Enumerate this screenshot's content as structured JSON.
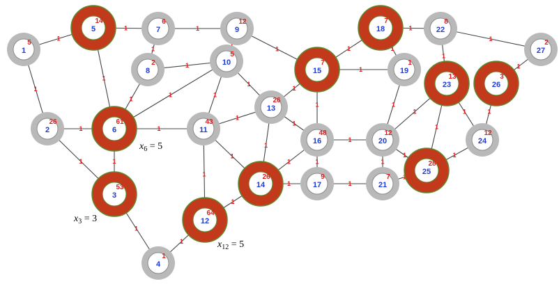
{
  "colors": {
    "ring_gray": "#b9b9b9",
    "ring_red": "#c3391c",
    "ring_red_outline": "#5c8a2c",
    "edge": "#444444",
    "node_fill": "#ffffff"
  },
  "nodes": [
    {
      "id": "1",
      "value": "5",
      "kind": "gray"
    },
    {
      "id": "2",
      "value": "26",
      "kind": "gray"
    },
    {
      "id": "3",
      "value": "53",
      "kind": "red"
    },
    {
      "id": "4",
      "value": "1",
      "kind": "gray"
    },
    {
      "id": "5",
      "value": "14",
      "kind": "red"
    },
    {
      "id": "6",
      "value": "61",
      "kind": "red"
    },
    {
      "id": "7",
      "value": "6",
      "kind": "gray"
    },
    {
      "id": "8",
      "value": "2",
      "kind": "gray"
    },
    {
      "id": "9",
      "value": "12",
      "kind": "gray"
    },
    {
      "id": "10",
      "value": "5",
      "kind": "gray"
    },
    {
      "id": "11",
      "value": "43",
      "kind": "gray"
    },
    {
      "id": "12",
      "value": "64",
      "kind": "red"
    },
    {
      "id": "13",
      "value": "26",
      "kind": "gray"
    },
    {
      "id": "14",
      "value": "26",
      "kind": "red"
    },
    {
      "id": "15",
      "value": "7",
      "kind": "red"
    },
    {
      "id": "16",
      "value": "48",
      "kind": "gray"
    },
    {
      "id": "17",
      "value": "9",
      "kind": "gray"
    },
    {
      "id": "18",
      "value": "7",
      "kind": "red"
    },
    {
      "id": "19",
      "value": "1",
      "kind": "gray"
    },
    {
      "id": "20",
      "value": "12",
      "kind": "gray"
    },
    {
      "id": "21",
      "value": "7",
      "kind": "gray"
    },
    {
      "id": "22",
      "value": "8",
      "kind": "gray"
    },
    {
      "id": "23",
      "value": "13",
      "kind": "red"
    },
    {
      "id": "24",
      "value": "12",
      "kind": "gray"
    },
    {
      "id": "25",
      "value": "28",
      "kind": "red"
    },
    {
      "id": "26",
      "value": "3",
      "kind": "red"
    },
    {
      "id": "27",
      "value": "2",
      "kind": "gray"
    }
  ],
  "edges": [
    {
      "a": "1",
      "b": "5",
      "weight": "1"
    },
    {
      "a": "1",
      "b": "2",
      "weight": "1"
    },
    {
      "a": "2",
      "b": "6",
      "weight": "1"
    },
    {
      "a": "2",
      "b": "3",
      "weight": "1"
    },
    {
      "a": "3",
      "b": "6",
      "weight": "1"
    },
    {
      "a": "3",
      "b": "4",
      "weight": "1"
    },
    {
      "a": "4",
      "b": "12",
      "weight": "1"
    },
    {
      "a": "5",
      "b": "7",
      "weight": "1"
    },
    {
      "a": "5",
      "b": "6",
      "weight": "1"
    },
    {
      "a": "7",
      "b": "9",
      "weight": "1"
    },
    {
      "a": "7",
      "b": "8",
      "weight": "1"
    },
    {
      "a": "8",
      "b": "6",
      "weight": "1"
    },
    {
      "a": "8",
      "b": "10",
      "weight": "1"
    },
    {
      "a": "6",
      "b": "10",
      "weight": "1"
    },
    {
      "a": "6",
      "b": "11",
      "weight": "1"
    },
    {
      "a": "9",
      "b": "10",
      "weight": "1"
    },
    {
      "a": "9",
      "b": "15",
      "weight": "1"
    },
    {
      "a": "10",
      "b": "11",
      "weight": "1"
    },
    {
      "a": "10",
      "b": "13",
      "weight": "1"
    },
    {
      "a": "11",
      "b": "13",
      "weight": "1"
    },
    {
      "a": "11",
      "b": "12",
      "weight": "1"
    },
    {
      "a": "11",
      "b": "14",
      "weight": "1"
    },
    {
      "a": "12",
      "b": "14",
      "weight": "1"
    },
    {
      "a": "13",
      "b": "14",
      "weight": "1"
    },
    {
      "a": "13",
      "b": "15",
      "weight": "1"
    },
    {
      "a": "13",
      "b": "16",
      "weight": "1"
    },
    {
      "a": "14",
      "b": "16",
      "weight": "1"
    },
    {
      "a": "14",
      "b": "17",
      "weight": "1"
    },
    {
      "a": "15",
      "b": "16",
      "weight": "1"
    },
    {
      "a": "15",
      "b": "18",
      "weight": "1"
    },
    {
      "a": "15",
      "b": "19",
      "weight": "1"
    },
    {
      "a": "16",
      "b": "17",
      "weight": "1"
    },
    {
      "a": "16",
      "b": "20",
      "weight": "1"
    },
    {
      "a": "17",
      "b": "21",
      "weight": "1"
    },
    {
      "a": "18",
      "b": "22",
      "weight": "1"
    },
    {
      "a": "18",
      "b": "19",
      "weight": "1"
    },
    {
      "a": "19",
      "b": "20",
      "weight": "1"
    },
    {
      "a": "20",
      "b": "21",
      "weight": "1"
    },
    {
      "a": "20",
      "b": "23",
      "weight": "1"
    },
    {
      "a": "20",
      "b": "25",
      "weight": "1"
    },
    {
      "a": "21",
      "b": "25",
      "weight": "1"
    },
    {
      "a": "22",
      "b": "23",
      "weight": "1"
    },
    {
      "a": "22",
      "b": "27",
      "weight": "1"
    },
    {
      "a": "23",
      "b": "24",
      "weight": "1"
    },
    {
      "a": "23",
      "b": "25",
      "weight": "1"
    },
    {
      "a": "24",
      "b": "26",
      "weight": "1"
    },
    {
      "a": "24",
      "b": "25",
      "weight": "1"
    },
    {
      "a": "26",
      "b": "27",
      "weight": "1"
    }
  ],
  "annotations": [
    {
      "var": "x",
      "sub": "6",
      "eq": " = 5"
    },
    {
      "var": "x",
      "sub": "3",
      "eq": " = 3"
    },
    {
      "var": "x",
      "sub": "12",
      "eq": " = 5"
    }
  ]
}
